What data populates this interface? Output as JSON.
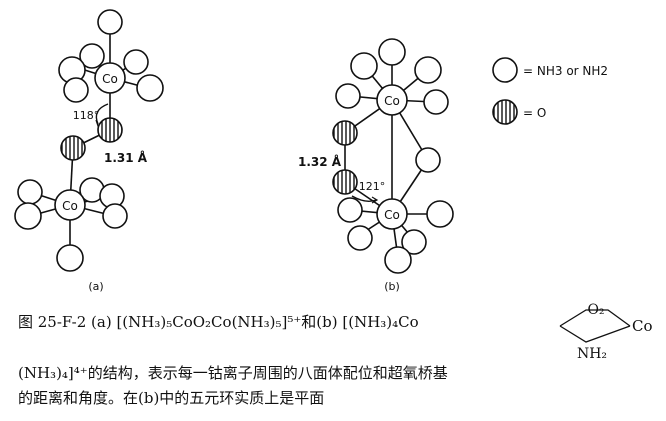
{
  "panel_a": {
    "metal_top": "Co",
    "metal_bottom": "Co",
    "angle": "118°",
    "distance": "1.31 Å",
    "panel_label": "(a)"
  },
  "panel_b": {
    "metal_top": "Co",
    "metal_bottom": "Co",
    "angle": "121°",
    "distance": "1.32 Å",
    "panel_label": "(b)"
  },
  "legend": {
    "ligand_label": "= NH3 or NH2",
    "oxygen_label": "= O"
  },
  "caption": {
    "line1": "图 25-F-2  (a) [(NH₃)₅CoO₂Co(NH₃)₅]⁵⁺和(b) [(NH₃)₄Co",
    "bridge_right": "Co",
    "bridge_top": "O₂",
    "bridge_bottom": "NH₂",
    "line2": "(NH₃)₄]⁴⁺的结构，表示每一钴离子周围的八面体配位和超氧桥基",
    "line3": "的距离和角度。在(b)中的五元环实质上是平面"
  },
  "colors": {
    "ink": "#111111",
    "background": "#ffffff"
  }
}
